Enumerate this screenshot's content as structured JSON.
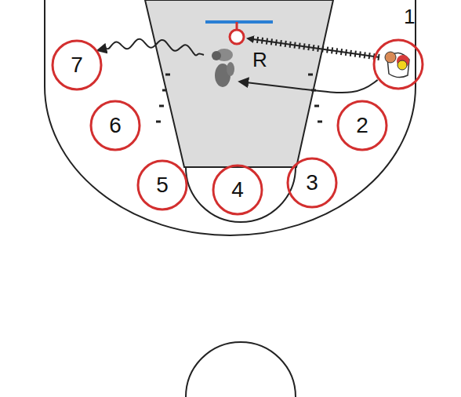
{
  "diagram": {
    "nodes": [
      {
        "text": [
          "1"
        ]
      },
      {
        "text": [
          "2"
        ]
      },
      {
        "text": [
          "3"
        ]
      },
      {
        "text": [
          "4"
        ]
      },
      {
        "text": [
          "5"
        ]
      },
      {
        "text": [
          "6"
        ]
      },
      {
        "text": [
          "7"
        ]
      },
      {
        "text": [
          "R"
        ]
      }
    ],
    "edges": [
      {
        "from": 0,
        "to": 7,
        "arrow": "to"
      },
      {
        "from": 7,
        "to": 6,
        "arrow": "to"
      }
    ]
  }
}
